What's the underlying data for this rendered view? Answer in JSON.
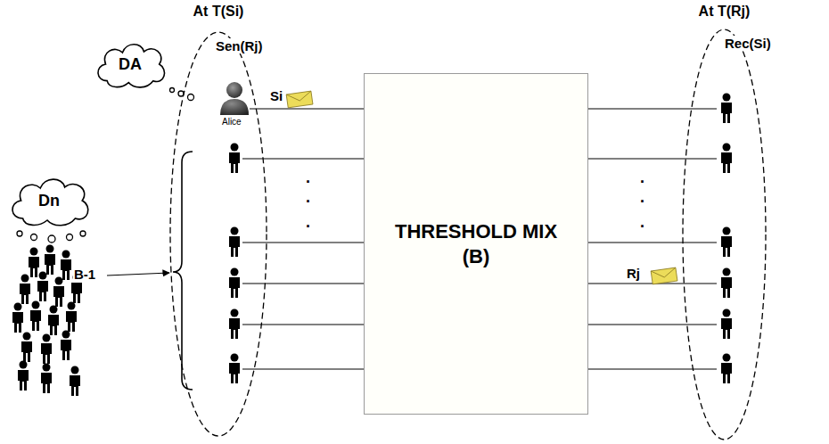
{
  "diagram": {
    "nodes": [
      {
        "text": [
          "At T(Si)",
          "Sen(Rj)"
        ]
      },
      {
        "text": [
          "DA"
        ]
      },
      {
        "text": [
          "Dn"
        ]
      },
      {
        "text": [
          "THRESHOLD MIX (B)"
        ]
      },
      {
        "text": [
          "At T(Rj)",
          "Rec(Si)"
        ]
      }
    ],
    "labels": [
      "Alice",
      "Si",
      ".",
      ".",
      ".",
      "B-1",
      ".",
      ".",
      ".",
      "Rj"
    ]
  }
}
